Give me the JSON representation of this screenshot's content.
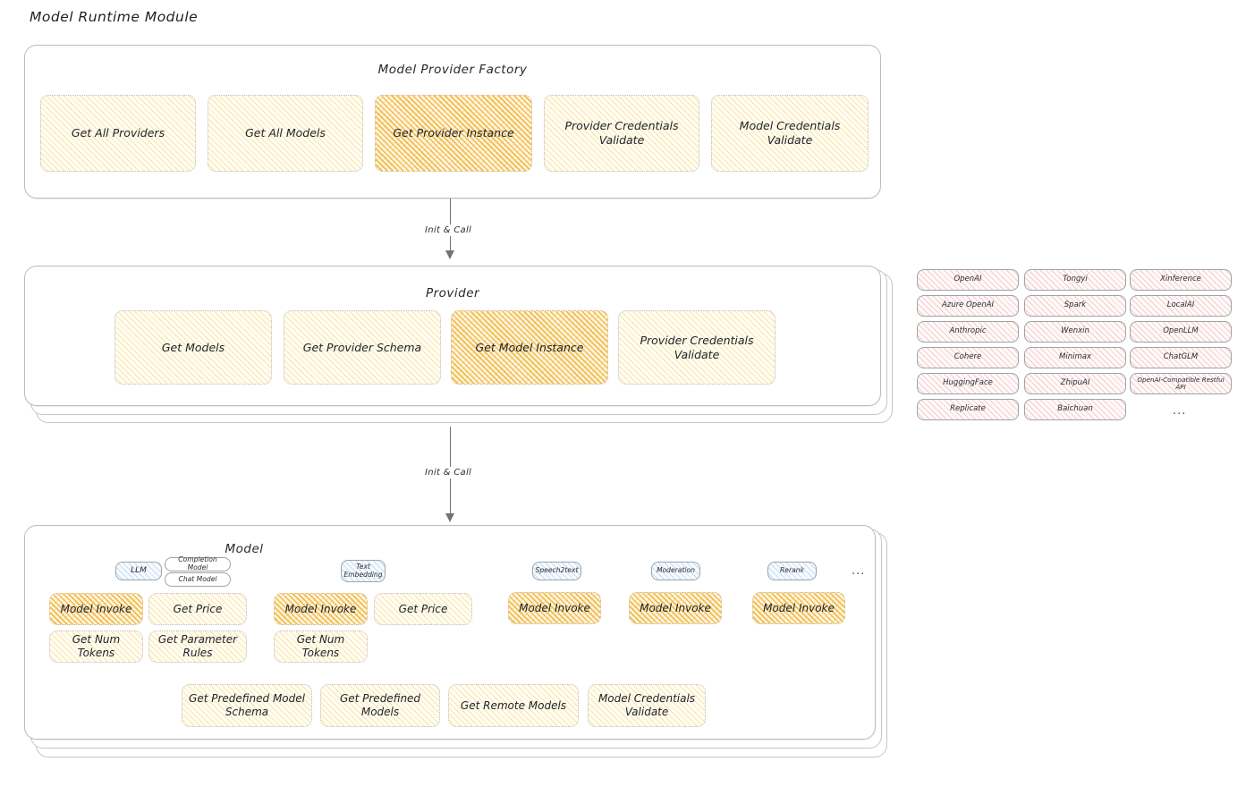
{
  "page": {
    "title": "Model Runtime Module"
  },
  "factory": {
    "title": "Model Provider Factory",
    "nodes": [
      {
        "label": "Get All Providers",
        "highlight": false
      },
      {
        "label": "Get All Models",
        "highlight": false
      },
      {
        "label": "Get Provider Instance",
        "highlight": true
      },
      {
        "label": "Provider Credentials Validate",
        "highlight": false
      },
      {
        "label": "Model Credentials Validate",
        "highlight": false
      }
    ]
  },
  "arrows": {
    "factory_to_provider": "Init & Call",
    "provider_to_model": "Init & Call"
  },
  "provider": {
    "title": "Provider",
    "nodes": [
      {
        "label": "Get Models",
        "highlight": false
      },
      {
        "label": "Get Provider Schema",
        "highlight": false
      },
      {
        "label": "Get Model Instance",
        "highlight": true
      },
      {
        "label": "Provider Credentials Validate",
        "highlight": false
      }
    ]
  },
  "provider_list": {
    "columns": [
      [
        "OpenAI",
        "Azure OpenAI",
        "Anthropic",
        "Cohere",
        "HuggingFace",
        "Replicate"
      ],
      [
        "Tongyi",
        "Spark",
        "Wenxin",
        "Minimax",
        "ZhipuAI",
        "Baichuan"
      ],
      [
        "Xinference",
        "LocalAI",
        "OpenLLM",
        "ChatGLM",
        "OpenAI-Compatible Restful API"
      ]
    ],
    "more": "..."
  },
  "model": {
    "title": "Model",
    "more": "...",
    "types": [
      {
        "name": "LLM",
        "subtypes": [
          "Completion Model",
          "Chat Model"
        ],
        "ops_row1": [
          {
            "label": "Model Invoke",
            "highlight": true
          },
          {
            "label": "Get Price",
            "highlight": false
          }
        ],
        "ops_row2": [
          {
            "label": "Get Num Tokens",
            "highlight": false
          },
          {
            "label": "Get Parameter Rules",
            "highlight": false
          }
        ]
      },
      {
        "name": "Text Embedding",
        "subtypes": [],
        "ops_row1": [
          {
            "label": "Model Invoke",
            "highlight": true
          },
          {
            "label": "Get Price",
            "highlight": false
          }
        ],
        "ops_row2": [
          {
            "label": "Get Num Tokens",
            "highlight": false
          }
        ]
      },
      {
        "name": "Speech2text",
        "subtypes": [],
        "ops_row1": [
          {
            "label": "Model Invoke",
            "highlight": true
          }
        ],
        "ops_row2": []
      },
      {
        "name": "Moderation",
        "subtypes": [],
        "ops_row1": [
          {
            "label": "Model Invoke",
            "highlight": true
          }
        ],
        "ops_row2": []
      },
      {
        "name": "Rerank",
        "subtypes": [],
        "ops_row1": [
          {
            "label": "Model Invoke",
            "highlight": true
          }
        ],
        "ops_row2": []
      }
    ],
    "common_ops": [
      "Get Predefined Model Schema",
      "Get Predefined Models",
      "Get Remote Models",
      "Model Credentials Validate"
    ]
  },
  "colors": {
    "highlight_fill": "#f0b746",
    "node_fill": "#f6d67a",
    "provider_pill_fill": "#e98989",
    "model_type_pill_fill": "#78b0e2",
    "card_border": "#b9bcc2",
    "text": "#222429"
  }
}
